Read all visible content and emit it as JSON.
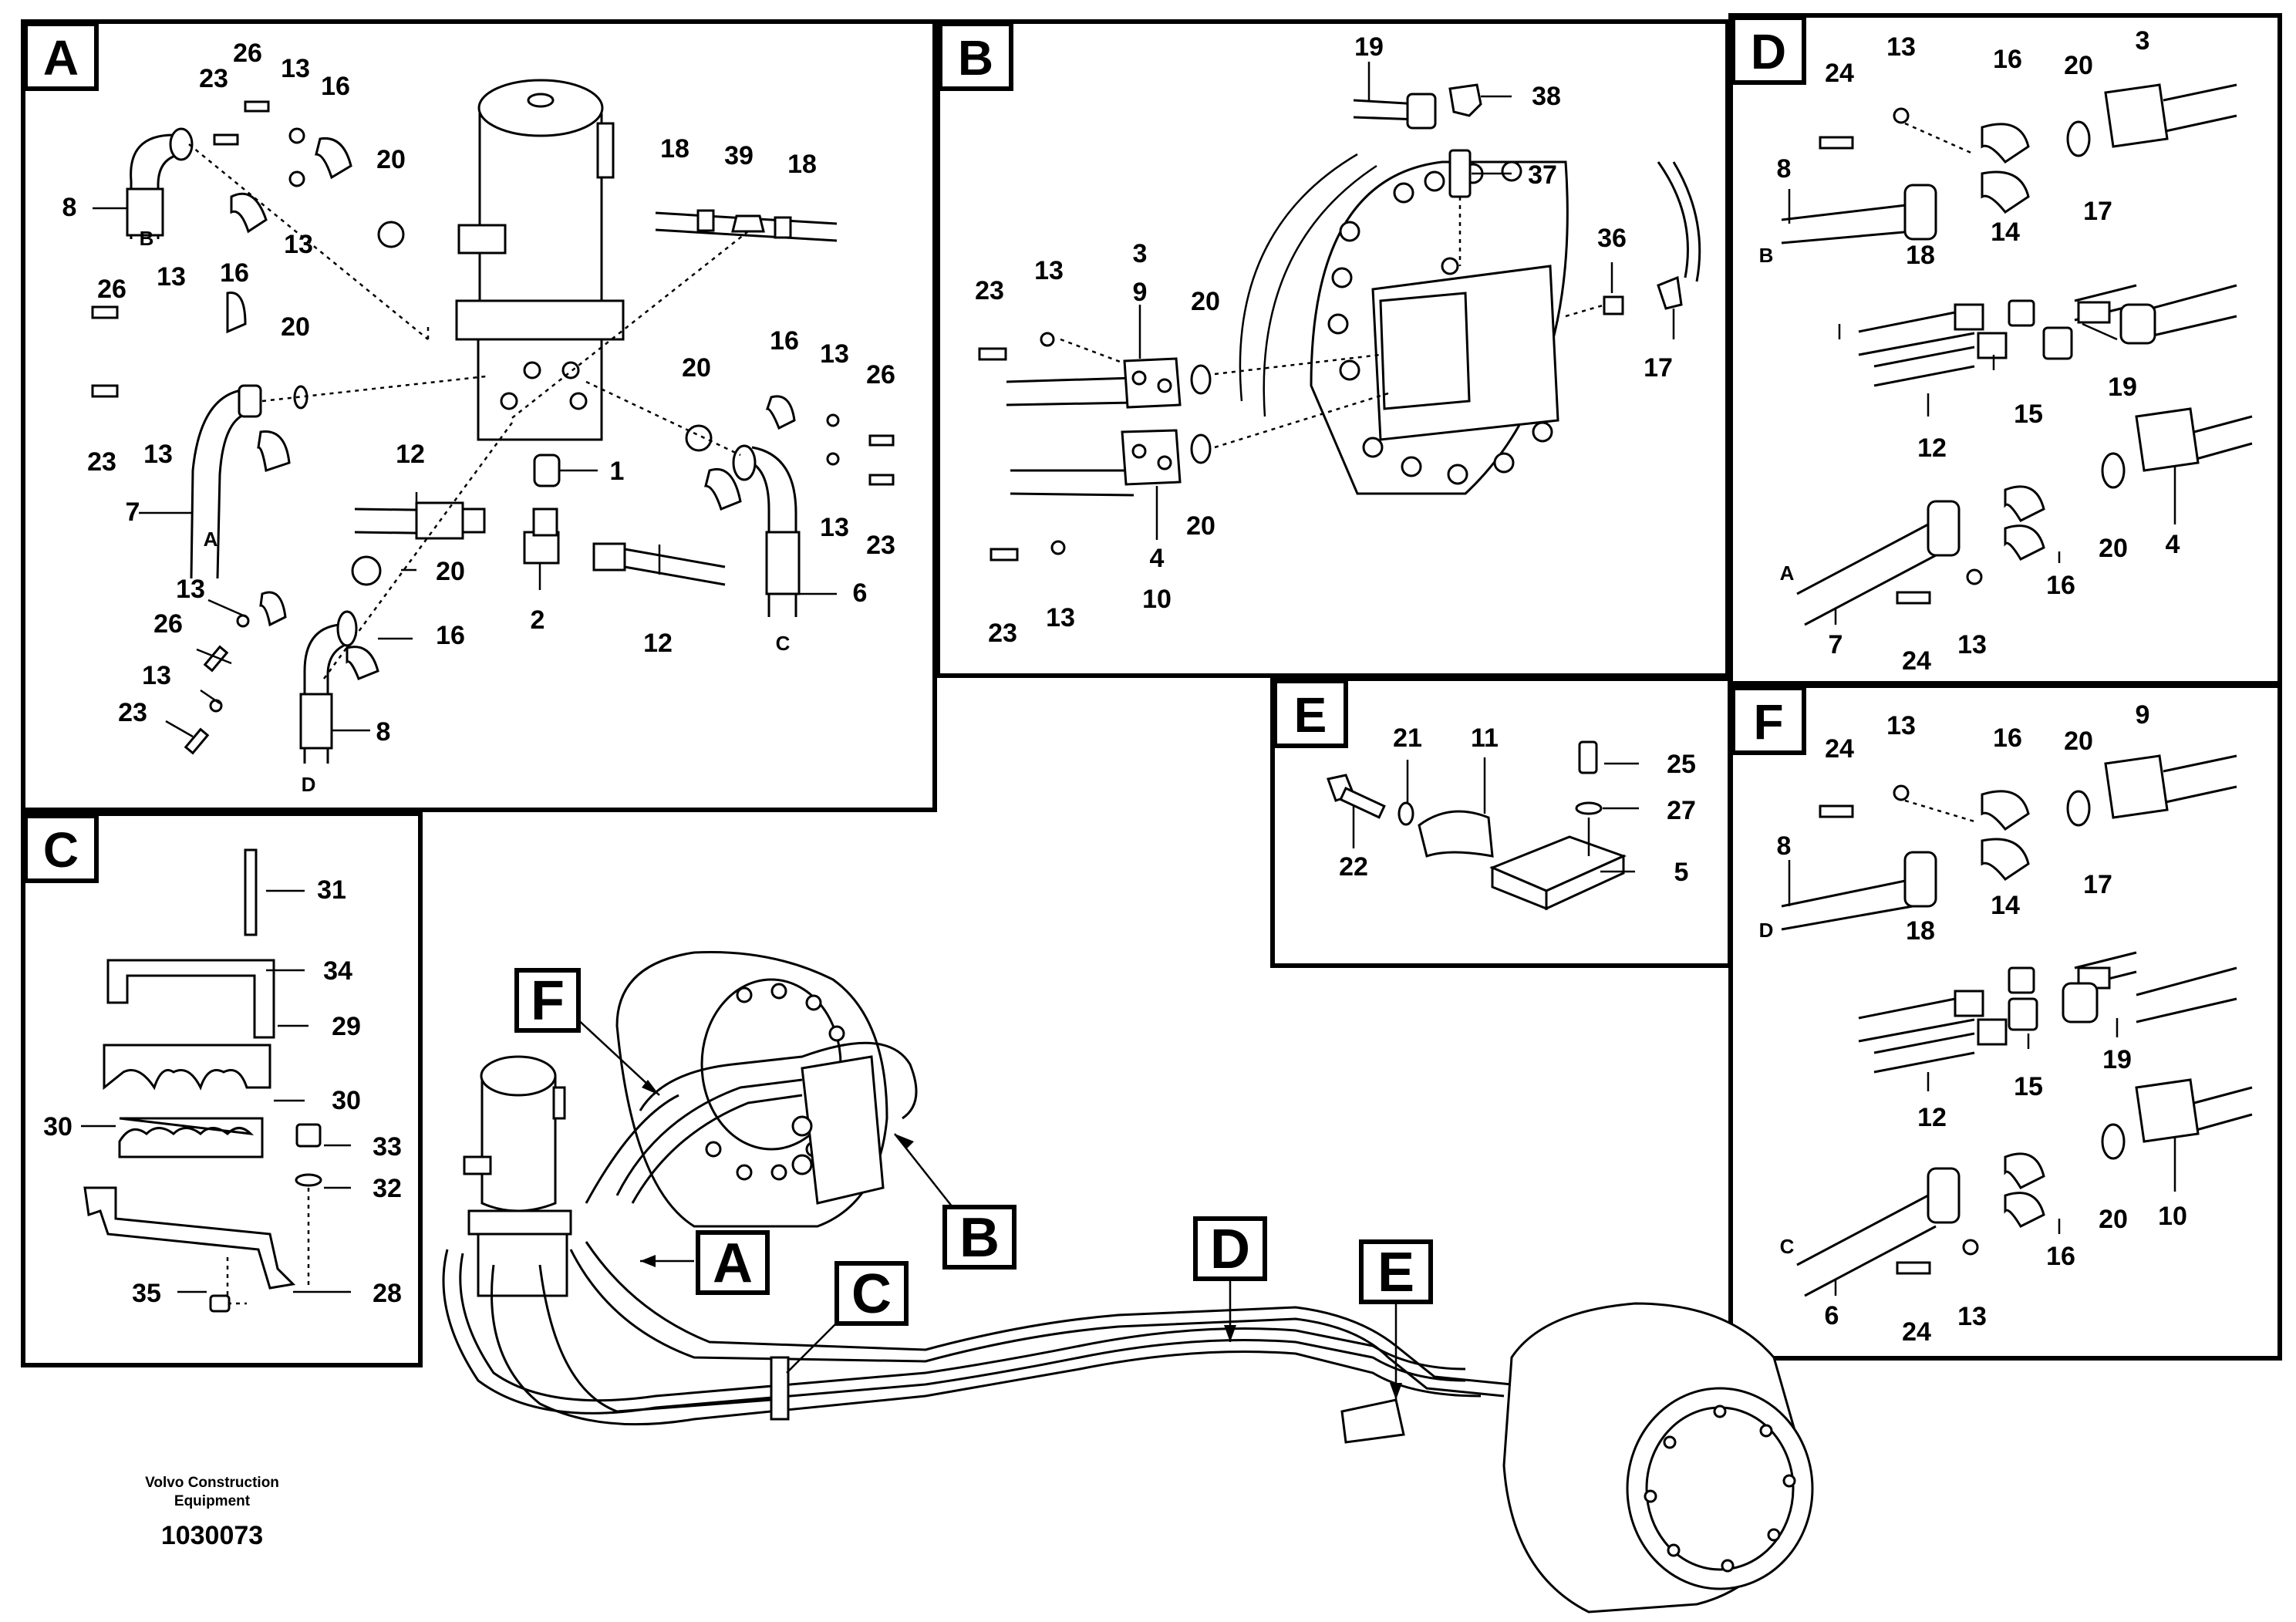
{
  "sections": {
    "A": {
      "letter": "A",
      "labels": [
        "8",
        "23",
        "26",
        "13",
        "16",
        "20",
        "13",
        "18",
        "39",
        "18",
        "26",
        "13",
        "16",
        "20",
        "23",
        "13",
        "7",
        "20",
        "16",
        "13",
        "26",
        "1",
        "12",
        "16",
        "20",
        "13",
        "23",
        "20",
        "2",
        "12",
        "6",
        "13",
        "26",
        "16",
        "13",
        "23",
        "8"
      ],
      "hose_ends": [
        "B",
        "A",
        "C",
        "D"
      ]
    },
    "B": {
      "letter": "B",
      "labels": [
        "19",
        "38",
        "37",
        "36",
        "17",
        "3",
        "9",
        "23",
        "13",
        "20",
        "20",
        "4",
        "10",
        "23",
        "13"
      ]
    },
    "C": {
      "letter": "C",
      "labels": [
        "31",
        "34",
        "29",
        "30",
        "30",
        "33",
        "32",
        "35",
        "28"
      ]
    },
    "D": {
      "letter": "D",
      "labels": [
        "24",
        "13",
        "16",
        "20",
        "3",
        "8",
        "14",
        "17",
        "18",
        "12",
        "15",
        "19",
        "20",
        "4",
        "16",
        "7",
        "24",
        "13"
      ],
      "hose_ends": [
        "B",
        "A"
      ]
    },
    "E": {
      "letter": "E",
      "labels": [
        "21",
        "11",
        "25",
        "27",
        "22",
        "5"
      ]
    },
    "F": {
      "letter": "F",
      "labels": [
        "24",
        "13",
        "16",
        "20",
        "9",
        "8",
        "14",
        "17",
        "18",
        "12",
        "15",
        "19",
        "20",
        "10",
        "16",
        "6",
        "24",
        "13"
      ],
      "hose_ends": [
        "D",
        "C"
      ]
    }
  },
  "callouts": [
    "F",
    "A",
    "B",
    "C",
    "D",
    "E"
  ],
  "footer": {
    "company": "Volvo Construction",
    "company2": "Equipment",
    "drawing_number": "1030073"
  }
}
